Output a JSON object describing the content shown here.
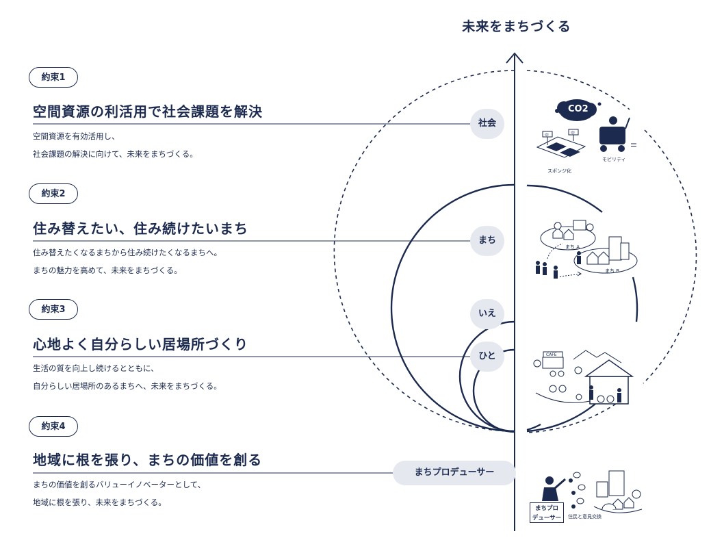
{
  "title": "未来をまちづくる",
  "promises": [
    {
      "badge": "約束1",
      "heading": "空間資源の利活用で社会課題を解決",
      "body": [
        "空間資源を有効活用し、",
        "社会課題の解決に向けて、未来をまちづくる。"
      ]
    },
    {
      "badge": "約束2",
      "heading": "住み替えたい、住み続けたいまち",
      "body": [
        "住み替えたくなるまちから住み続けたくなるまちへ。",
        "まちの魅力を高めて、未来をまちづくる。"
      ]
    },
    {
      "badge": "約束3",
      "heading": "心地よく自分らしい居場所づくり",
      "body": [
        "生活の質を向上し続けるとともに、",
        "自分らしい居場所のあるまちへ、未来をまちづくる。"
      ]
    },
    {
      "badge": "約束4",
      "heading": "地域に根を張り、まちの価値を創る",
      "body": [
        "まちの価値を創るバリューイノベーターとして、",
        "地域に根を張り、未来をまちづくる。"
      ]
    }
  ],
  "levels": {
    "society": "社会",
    "town": "まち",
    "home": "いえ",
    "person": "ひと",
    "producer": "まちプロデューサー"
  },
  "illustrations": {
    "co2": "CO2",
    "sponge_label": "スポンジ化",
    "mobility_label": "モビリティ",
    "vacant_sign": "空",
    "town_a": "まち A",
    "town_b": "まち B",
    "cafe": "CAFE",
    "producer_badge_line1": "まちプロ",
    "producer_badge_line2": "デューサー",
    "exchange_label": "住民と意見交換"
  },
  "colors": {
    "navy": "#1b2a4e",
    "pill_bg": "#e5e8ef"
  }
}
